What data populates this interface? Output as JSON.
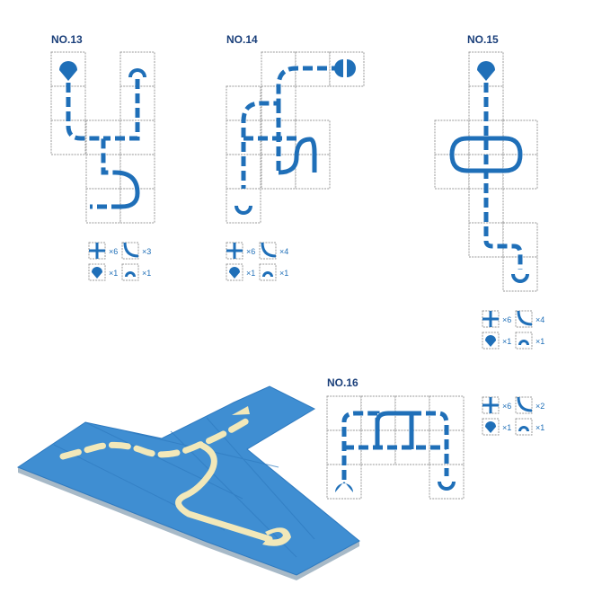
{
  "puzzles": [
    {
      "title": "NO.13",
      "counts": [
        "×6",
        "×3",
        "×1",
        "×1"
      ]
    },
    {
      "title": "NO.14",
      "counts": [
        "×6",
        "×4",
        "×1",
        "×1"
      ]
    },
    {
      "title": "NO.15",
      "counts": [
        "×6",
        "×4",
        "×1",
        "×1"
      ]
    },
    {
      "title": "NO.16",
      "counts": [
        "×6",
        "×2",
        "×1",
        "×1"
      ]
    }
  ],
  "icons": [
    "cross-track-icon",
    "curve-track-icon",
    "start-piece-icon",
    "end-arch-icon"
  ],
  "colors": {
    "track": "#1f6fb8",
    "title": "#1a3f7a",
    "mat": "#3f8ed2",
    "mat_track": "#f2e8b9"
  }
}
